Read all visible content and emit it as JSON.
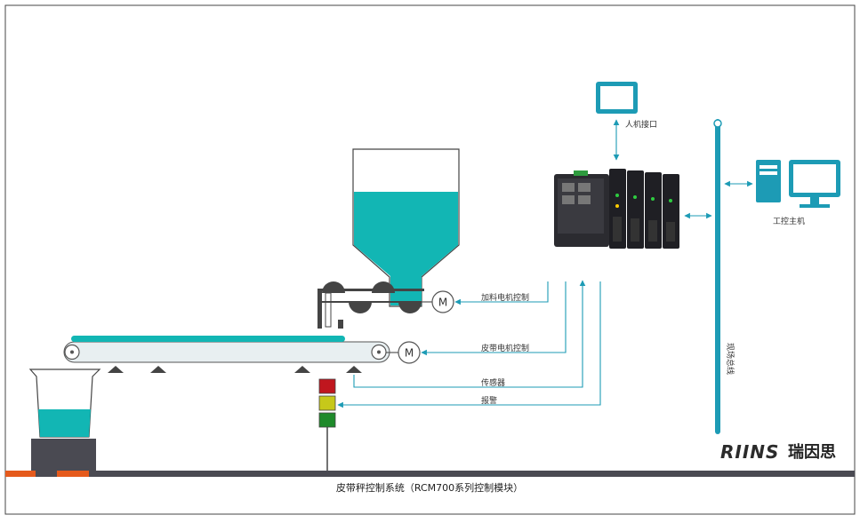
{
  "labels": {
    "hmi": "人机接口",
    "ipc": "工控主机",
    "bus": "现场总线",
    "feed_motor": "加料电机控制",
    "belt_motor": "皮带电机控制",
    "sensor": "传感器",
    "alarm": "报警",
    "motor_symbol": "M",
    "caption": "皮带秤控制系统（RCM700系列控制模块）"
  },
  "brand": {
    "logo_text": "RIINS",
    "name_cn": "瑞因思"
  },
  "colors": {
    "accent": "#1d9bb5",
    "fill_teal": "#12b6b4",
    "dark": "#4a4a52",
    "orange": "#e55a1c",
    "red": "#c0161e",
    "yellow": "#c6c81a",
    "green": "#1e8a2a",
    "logo_red": "#c8281e"
  }
}
